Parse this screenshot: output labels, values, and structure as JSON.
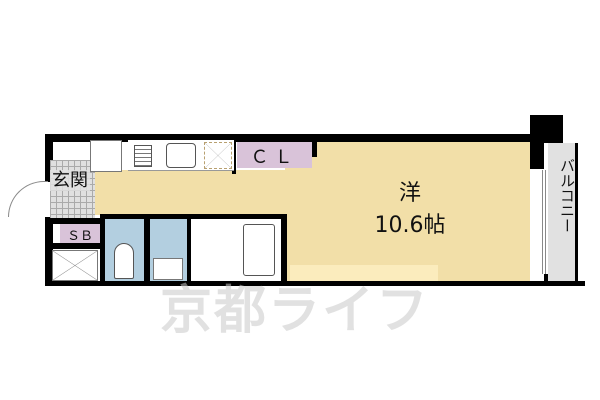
{
  "floorplan": {
    "rooms": {
      "western_room": {
        "name": "洋",
        "size": "10.6帖"
      },
      "closet": {
        "label": "ＣＬ"
      },
      "entrance": {
        "label": "玄関"
      },
      "shoe_box": {
        "label": "ＳＢ"
      },
      "balcony": {
        "label": "バルコニー"
      }
    },
    "watermark": "京都ライフ",
    "colors": {
      "room": "#f2dfa8",
      "closet": "#d9c3d9",
      "wet_area": "#b3cfe0",
      "balcony": "#e1e1e1",
      "entrance_tile": "#d8d8d8",
      "wall": "#000000"
    }
  }
}
